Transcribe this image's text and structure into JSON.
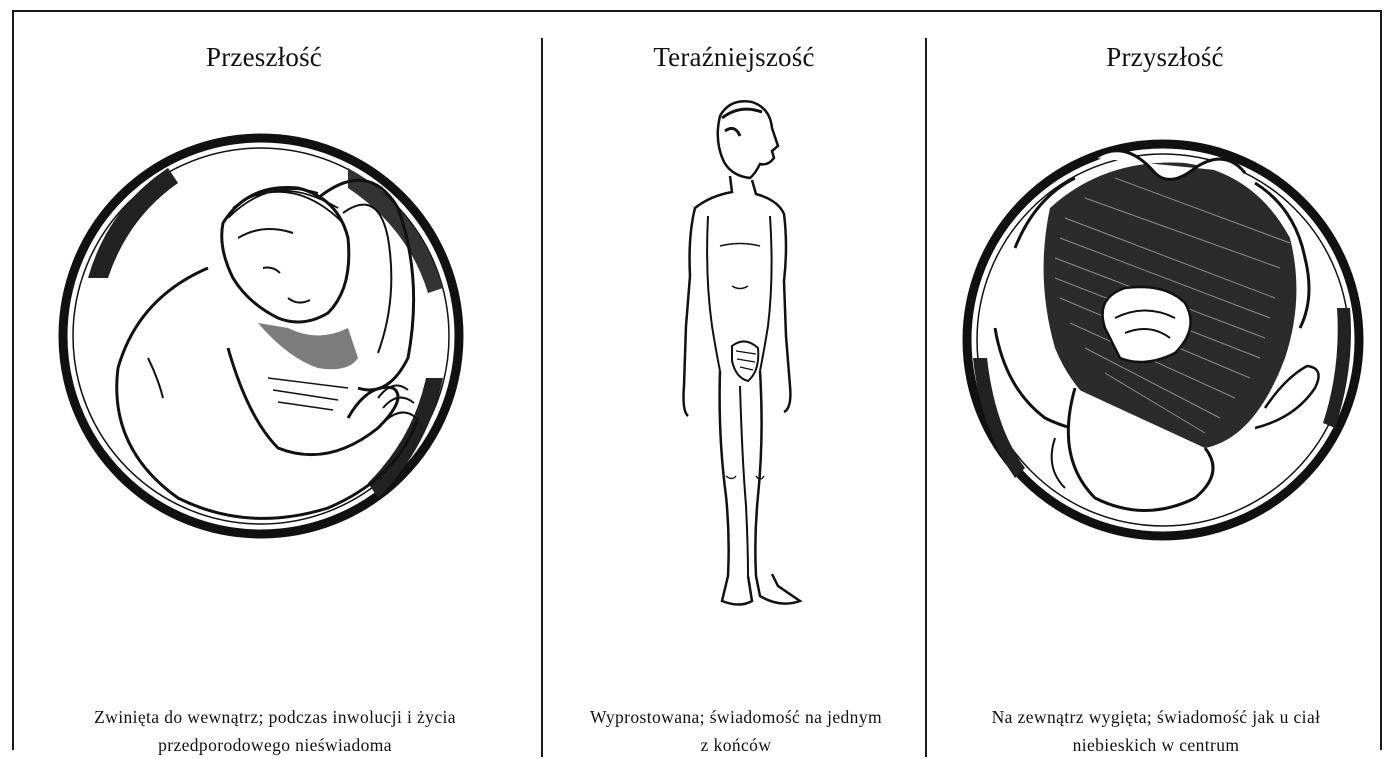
{
  "columns": [
    {
      "title": "Przeszłość",
      "caption_line1": "Zwinięta do wewnątrz; podczas inwolucji i życia",
      "caption_line2": "przedporodowego nieświadoma",
      "figure": "curled-embryo-figure"
    },
    {
      "title": "Teraźniejszość",
      "caption_line1": "Wyprostowana; świadomość na jednym",
      "caption_line2": "z   końców",
      "figure": "standing-human-figure"
    },
    {
      "title": "Przyszłość",
      "caption_line1": "Na zewnątrz wygięta; świadomość jak u ciał",
      "caption_line2": "niebieskich w centrum",
      "figure": "outward-bent-figure"
    }
  ]
}
